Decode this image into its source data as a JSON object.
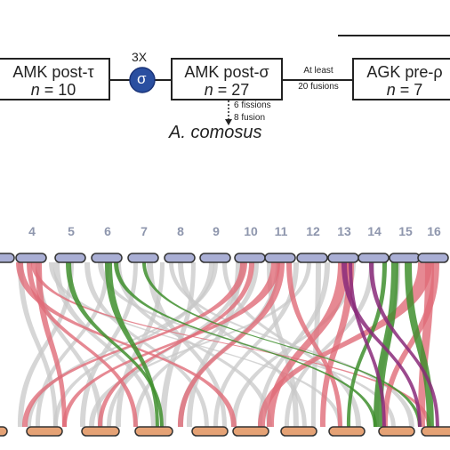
{
  "tree": {
    "node1": {
      "title": "AMK post-τ",
      "n_label": "n",
      "n_value": "= 10"
    },
    "node2": {
      "title": "AMK post-σ",
      "n_label": "n",
      "n_value": "= 27"
    },
    "node3": {
      "title": "AGK pre-ρ",
      "n_label": "n",
      "n_value": "= 7"
    },
    "wgd": {
      "multiplier": "3X",
      "symbol": "σ"
    },
    "edge_label_line1": "At least",
    "edge_label_line2": "20 fusions",
    "rearr_line1": "6 fissions",
    "rearr_line2": "8 fusion",
    "species": "A. comosus"
  },
  "chromosomes": [
    "4",
    "5",
    "6",
    "7",
    "8",
    "9",
    "10",
    "11",
    "12",
    "13",
    "14",
    "15",
    "16"
  ],
  "colors": {
    "top_bar": "#a9aed4",
    "bottom_bar": "#e5a275",
    "gray": "#c8c8c8",
    "red": "#e06b78",
    "green": "#3f8f2e",
    "purple": "#8a2a7a",
    "wgd_circle": "#2a4fa0"
  }
}
